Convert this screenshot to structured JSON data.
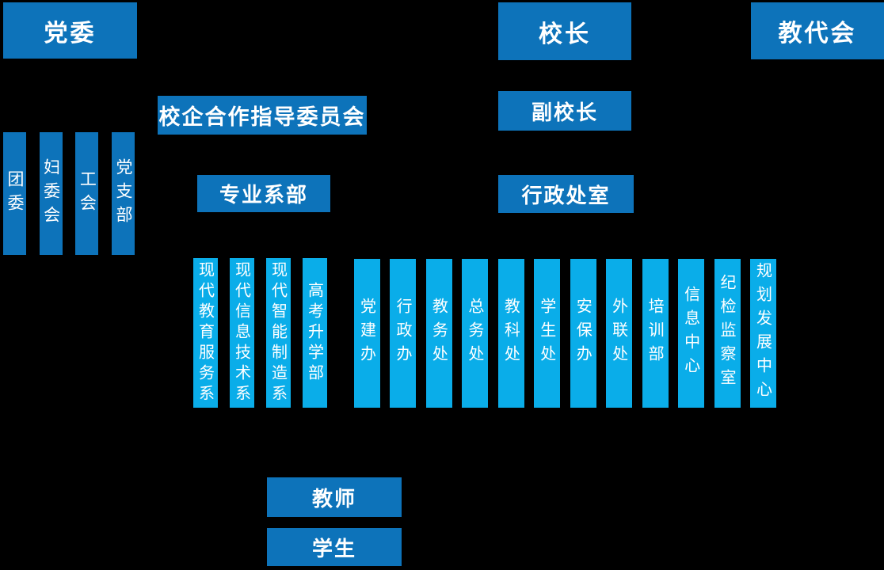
{
  "colors": {
    "background": "#000000",
    "box_dark_blue": "#0d73ba",
    "box_cyan": "#0aade9",
    "text": "#ffffff"
  },
  "org": {
    "top_nodes": {
      "party_committee": "党委",
      "principal": "校长",
      "staff_congress": "教代会"
    },
    "cooperation_committee": "校企合作指导委员会",
    "vice_principal": "副校长",
    "party_branches": [
      "团委",
      "妇委会",
      "工会",
      "党支部"
    ],
    "group_headers": {
      "academic": "专业系部",
      "administrative": "行政处室"
    },
    "academic_departments": [
      "现代教育服务系",
      "现代信息技术系",
      "现代智能制造系",
      "高考升学部"
    ],
    "admin_offices": [
      "党建办",
      "行政办",
      "教务处",
      "总务处",
      "教科处",
      "学生处",
      "安保办",
      "外联处",
      "培训部",
      "信息中心",
      "纪检监察室",
      "规划发展中心"
    ],
    "bottom_nodes": {
      "teachers": "教师",
      "students": "学生"
    }
  }
}
